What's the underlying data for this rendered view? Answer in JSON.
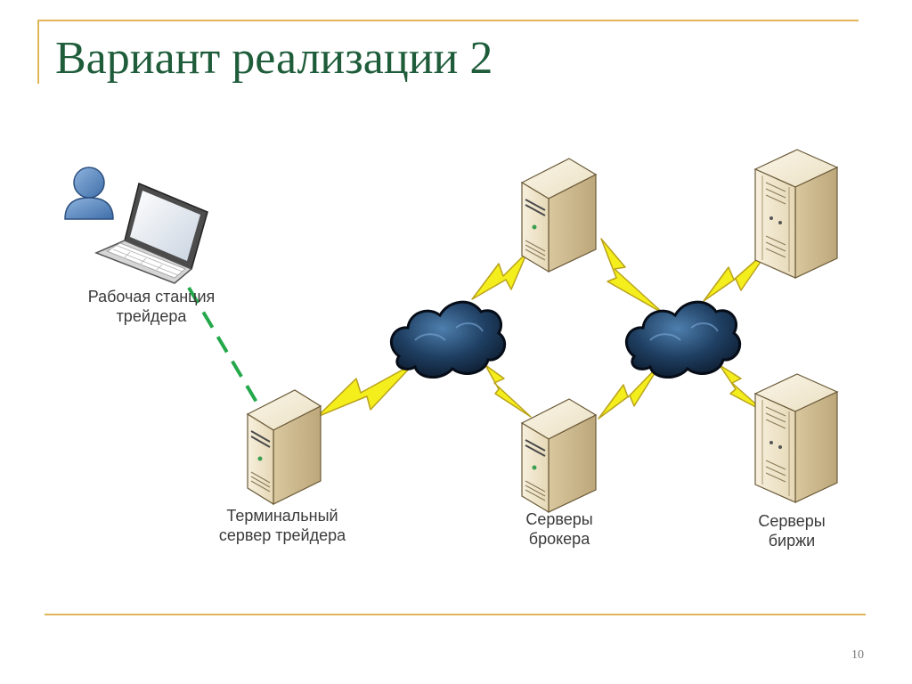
{
  "slide": {
    "title": "Вариант реализации 2",
    "page_number": "10"
  },
  "diagram": {
    "nodes": [
      {
        "id": "workstation",
        "icon": "laptop-with-user-icon",
        "label_line1": "Рабочая станция",
        "label_line2": "трейдера"
      },
      {
        "id": "terminal-server",
        "icon": "server-tower-icon",
        "label_line1": "Терминальный",
        "label_line2": "сервер трейдера"
      },
      {
        "id": "broker-servers",
        "icon": "server-tower-icon",
        "label_line1": "Серверы",
        "label_line2": "брокера"
      },
      {
        "id": "exchange-servers",
        "icon": "server-rack-icon",
        "label_line1": "Серверы",
        "label_line2": "биржи"
      },
      {
        "id": "network-1",
        "icon": "cloud-network-icon"
      },
      {
        "id": "network-2",
        "icon": "cloud-network-icon"
      }
    ],
    "edges": [
      {
        "from": "workstation",
        "to": "terminal-server",
        "style": "dashed",
        "color": "#23a84a"
      },
      {
        "from": "terminal-server",
        "to": "network-1",
        "style": "lightning"
      },
      {
        "from": "network-1",
        "to": "broker-servers",
        "style": "lightning"
      },
      {
        "from": "network-1",
        "to": "broker-servers",
        "style": "lightning"
      },
      {
        "from": "broker-servers",
        "to": "network-2",
        "style": "lightning"
      },
      {
        "from": "broker-servers",
        "to": "network-2",
        "style": "lightning"
      },
      {
        "from": "network-2",
        "to": "exchange-servers",
        "style": "lightning"
      },
      {
        "from": "network-2",
        "to": "exchange-servers",
        "style": "lightning"
      }
    ]
  },
  "colors": {
    "title": "#1e5c3a",
    "frame": "#e0b659",
    "lightning_fill": "#f4ee1c",
    "cloud": "#1b3550",
    "server_body": "#f0e6cf"
  }
}
